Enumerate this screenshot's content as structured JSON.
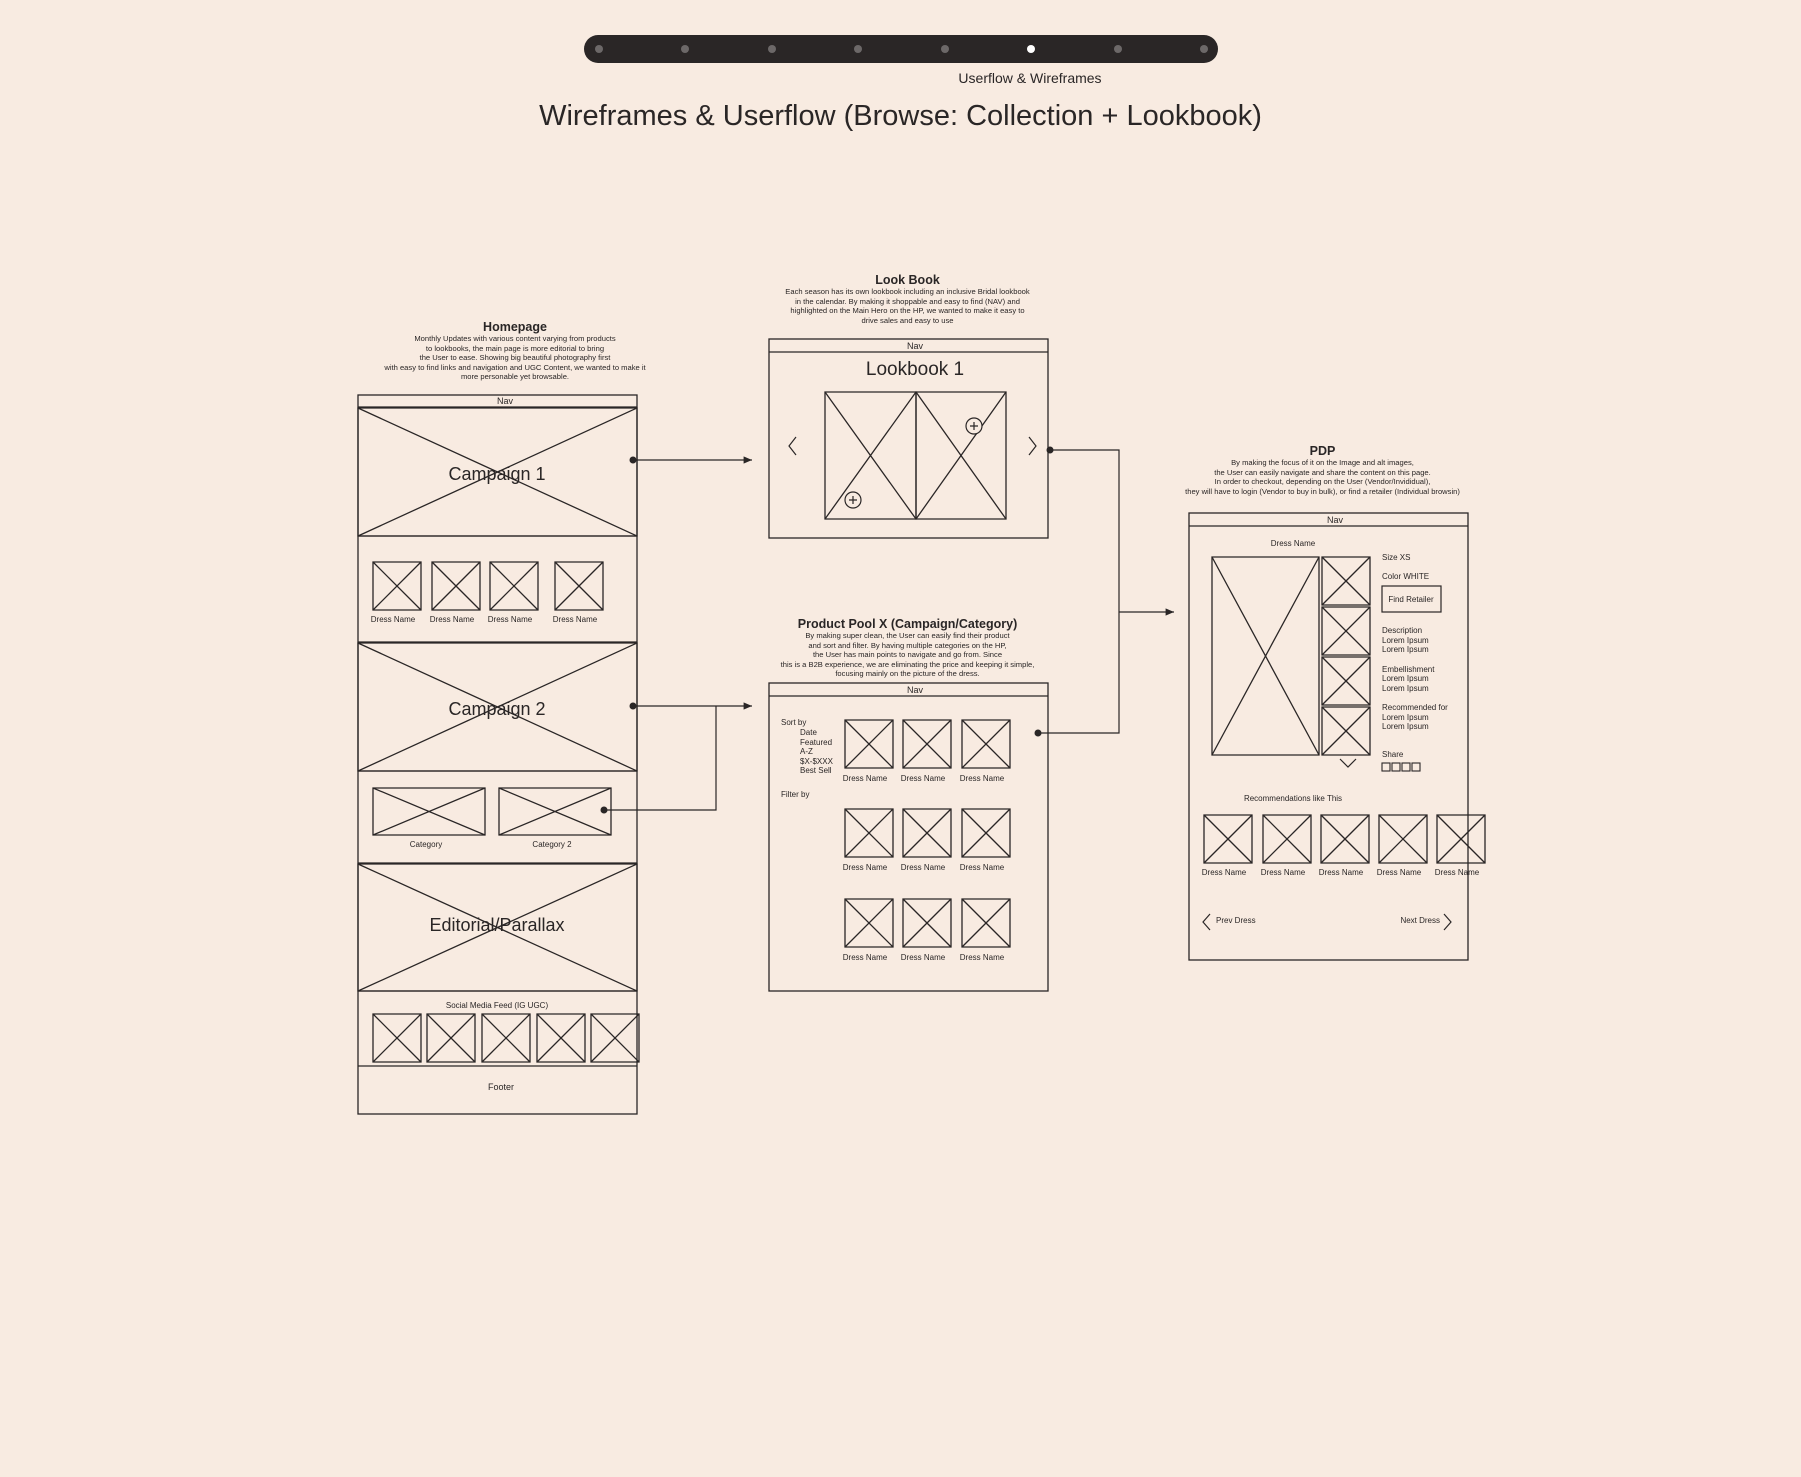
{
  "progress": {
    "step_label": "Userflow & Wireframes",
    "active_index": 5,
    "total_steps": 8
  },
  "page_title": "Wireframes & Userflow (Browse: Collection + Lookbook)",
  "homepage": {
    "title": "Homepage",
    "description": "Monthly Updates with various content varying from products\nto lookbooks, the main page is more editorial to bring\nthe User to ease. Showing big beautiful photography first\nwith easy to find links and navigation and UGC Content, we wanted to make it\nmore personable yet browsable.",
    "nav": "Nav",
    "campaign1": "Campaign 1",
    "campaign2": "Campaign 2",
    "editorial": "Editorial/Parallax",
    "dress_names": [
      "Dress Name",
      "Dress Name",
      "Dress Name",
      "Dress Name"
    ],
    "category_labels": [
      "Category",
      "Category 2"
    ],
    "social_label": "Social Media Feed (IG UGC)",
    "footer": "Footer"
  },
  "lookbook": {
    "title": "Look Book",
    "description": "Each season has its own lookbook including an inclusive Bridal lookbook\nin the calendar. By making it shoppable and easy to find (NAV) and\nhighlighted on the Main Hero on the HP, we wanted to make it easy to\ndrive sales and easy to use",
    "nav": "Nav",
    "heading": "Lookbook 1"
  },
  "product_pool": {
    "title": "Product Pool X (Campaign/Category)",
    "description": "By making super clean, the User can easily find their product\nand sort and filter. By having multiple categories on the HP,\nthe User has main points to navigate and go from. Since\nthis is a B2B experience, we are eliminating the price and keeping it simple,\nfocusing mainly on the picture of the dress.",
    "nav": "Nav",
    "sort_by": "Sort by",
    "sort_options": [
      "Date",
      "Featured",
      "A-Z",
      "$X-$XXX",
      "Best Sell"
    ],
    "filter_by": "Filter by",
    "dress_names": [
      "Dress Name",
      "Dress Name",
      "Dress Name",
      "Dress Name",
      "Dress Name",
      "Dress Name",
      "Dress Name",
      "Dress Name",
      "Dress Name"
    ]
  },
  "pdp": {
    "title": "PDP",
    "description": "By making the focus of it on the Image and alt images,\nthe User can easily navigate and share the content on this page.\nIn order to checkout, depending on the User (Vendor/Invididual),\nthey will have to login (Vendor to buy in bulk), or find a retailer (Individual browsin)",
    "nav": "Nav",
    "dress_name": "Dress Name",
    "size": "Size XS",
    "color": "Color WHITE",
    "find_retailer": "Find Retailer",
    "description_label": "Description",
    "description_lines": [
      "Lorem Ipsum",
      "Lorem Ipsum"
    ],
    "embellishment_label": "Embellishment",
    "embellishment_lines": [
      "Lorem Ipsum",
      "Lorem Ipsum"
    ],
    "recommended_label": "Recommended for",
    "recommended_lines": [
      "Lorem Ipsum",
      "Lorem Ipsum"
    ],
    "share_label": "Share",
    "recommendations_label": "Recommendations like This",
    "rec_names": [
      "Dress Name",
      "Dress Name",
      "Dress Name",
      "Dress Name",
      "Dress Name"
    ],
    "prev": "Prev Dress",
    "next": "Next Dress"
  },
  "colors": {
    "background": "#f8ebe1",
    "ink": "#2a2626",
    "progress_bar": "#2a2626",
    "dot_inactive": "#6c6868",
    "dot_active": "#ffffff"
  }
}
